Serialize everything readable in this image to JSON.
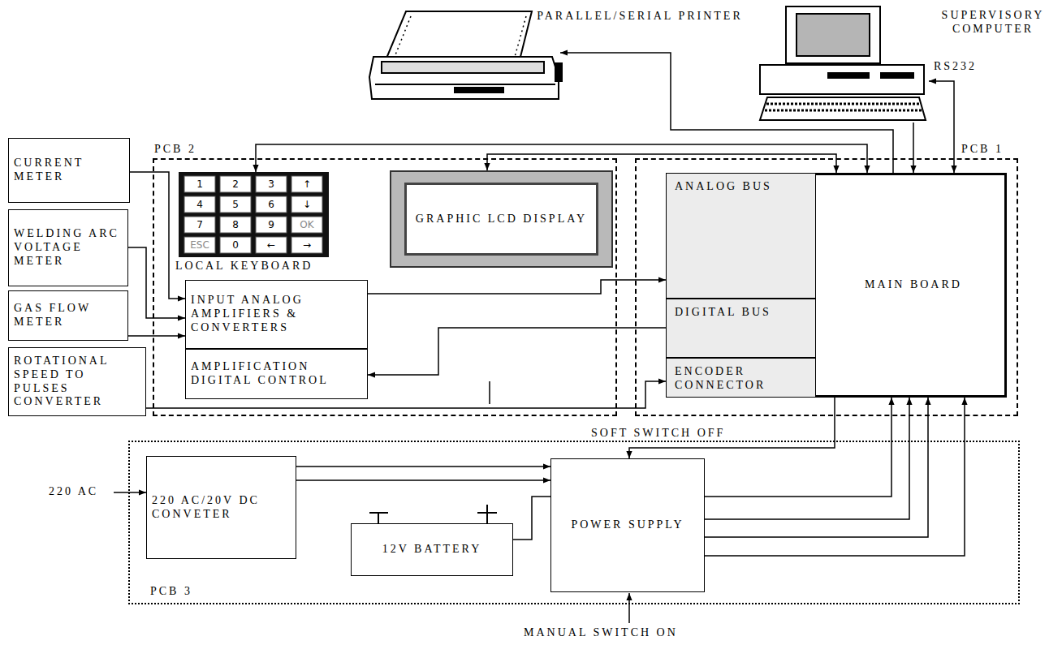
{
  "diagram": {
    "nodes": [
      {
        "text": [
          "PARALLEL/SERIAL PRINTER"
        ]
      },
      {
        "text": [
          "SUPERVISORY COMPUTER"
        ]
      },
      {
        "text": [
          "PCB 2"
        ]
      },
      {
        "text": [
          "LOCAL KEYBOARD"
        ],
        "in": 2
      },
      {
        "text": [
          "GRAPHIC LCD DISPLAY"
        ],
        "in": 2
      },
      {
        "text": [
          "INPUT ANALOG AMPLIFIERS & CONVERTERS"
        ],
        "in": 2
      },
      {
        "text": [
          "AMPLIFICATION DIGITAL CONTROL"
        ],
        "in": 2
      },
      {
        "text": [
          "PCB 1"
        ]
      },
      {
        "text": [
          "MAIN BOARD"
        ],
        "in": 7
      },
      {
        "text": [
          "ANALOG BUS"
        ],
        "in": 8
      },
      {
        "text": [
          "DIGITAL BUS"
        ],
        "in": 8
      },
      {
        "text": [
          "ENCODER CONNECTOR"
        ],
        "in": 8
      },
      {
        "text": [
          "CURRENT METER"
        ]
      },
      {
        "text": [
          "WELDING ARC VOLTAGE METER"
        ]
      },
      {
        "text": [
          "GAS FLOW METER"
        ]
      },
      {
        "text": [
          "ROTATIONAL SPEED TO PULSES CONVERTER"
        ]
      },
      {
        "text": [
          "PCB 3"
        ]
      },
      {
        "text": [
          "220 AC/20V DC CONVETER"
        ],
        "in": 16
      },
      {
        "text": [
          "12V BATTERY"
        ],
        "in": 16
      },
      {
        "text": [
          "POWER SUPPLY"
        ],
        "in": 16
      }
    ],
    "edges": [
      {
        "from": 3,
        "to": 8,
        "arrow": "both"
      },
      {
        "from": 4,
        "to": 8,
        "arrow": "both"
      },
      {
        "from": 8,
        "to": 0,
        "arrow": "to"
      },
      {
        "from": 1,
        "to": 8,
        "arrow": "to"
      },
      {
        "from": 1,
        "to": 8,
        "arrow": "both"
      },
      {
        "from": 12,
        "to": 5,
        "arrow": "to"
      },
      {
        "from": 13,
        "to": 5,
        "arrow": "to"
      },
      {
        "from": 14,
        "to": 5,
        "arrow": "to"
      },
      {
        "from": 15,
        "to": 11,
        "arrow": "to"
      },
      {
        "from": 5,
        "to": 9,
        "arrow": "to"
      },
      {
        "from": 10,
        "to": 6,
        "arrow": "to"
      },
      {
        "from": 17,
        "to": 19,
        "arrow": "to"
      },
      {
        "from": 17,
        "to": 19,
        "arrow": "to"
      },
      {
        "from": 18,
        "to": 19,
        "arrow": "none"
      },
      {
        "from": 8,
        "to": 19,
        "arrow": "to"
      },
      {
        "from": 19,
        "to": 8,
        "arrow": "to"
      },
      {
        "from": 19,
        "to": 8,
        "arrow": "to"
      },
      {
        "from": 19,
        "to": 8,
        "arrow": "to"
      },
      {
        "from": 19,
        "to": 8,
        "arrow": "to"
      }
    ],
    "labels": [
      "RS232",
      "1",
      "2",
      "3",
      "↑",
      "4",
      "5",
      "6",
      "↓",
      "7",
      "8",
      "9",
      "OK",
      "ESC",
      "0",
      "←",
      "→",
      "220 AC",
      "SOFT SWITCH OFF",
      "MANUAL SWITCH ON"
    ]
  }
}
